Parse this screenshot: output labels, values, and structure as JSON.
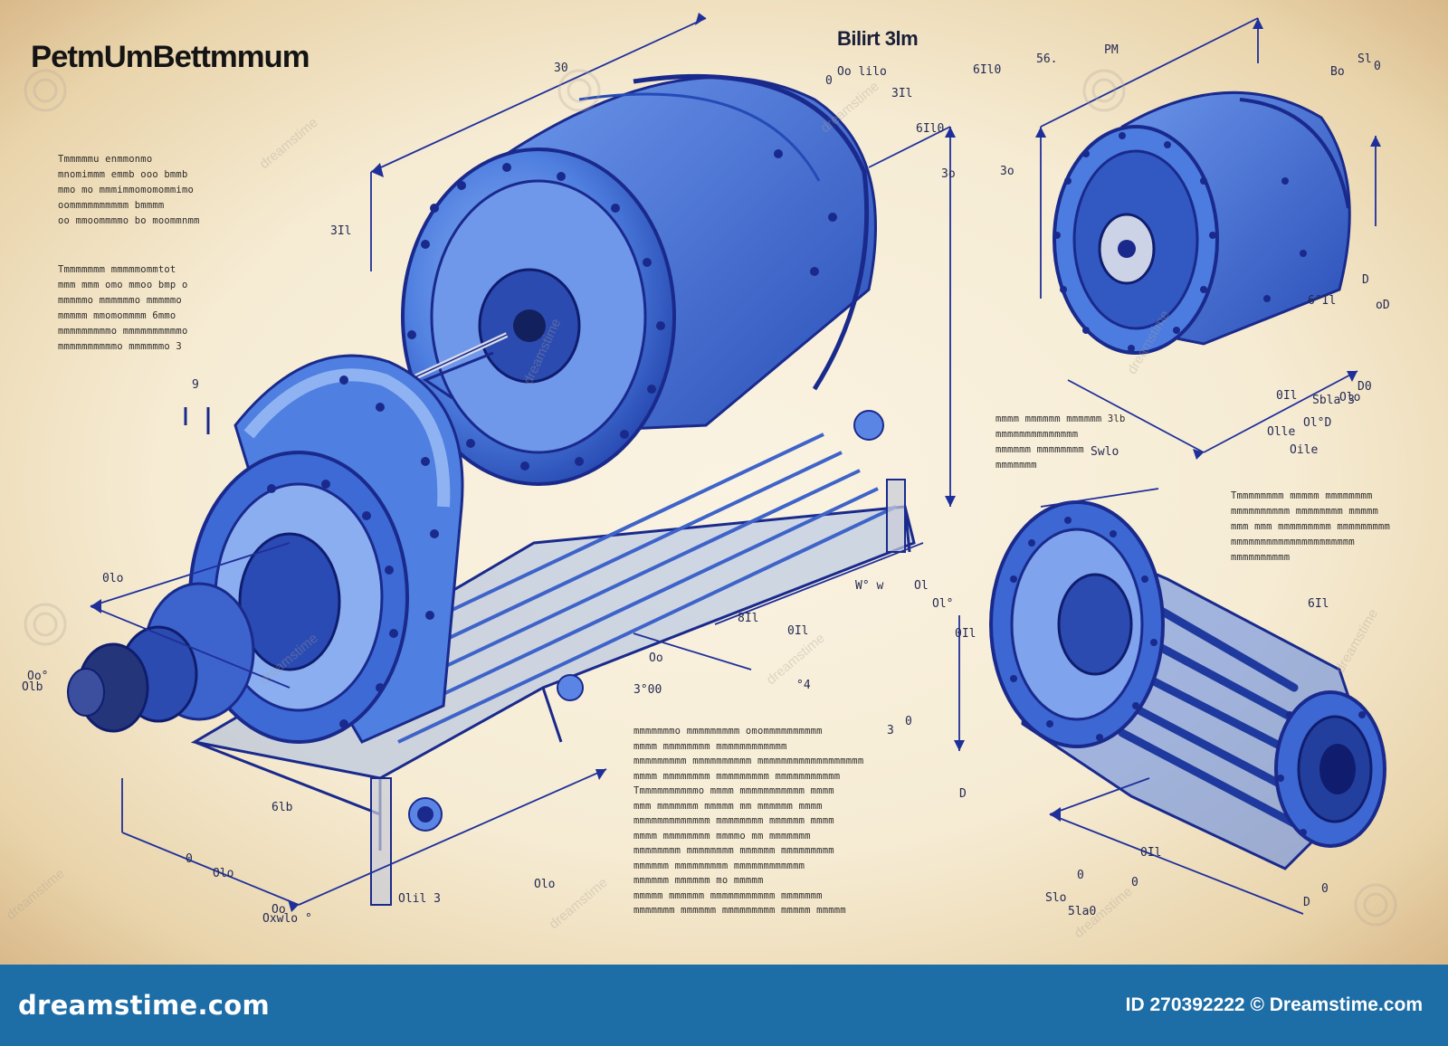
{
  "title": "PetmUmBettmmum",
  "subtitle": "Bilirt 3lm",
  "dimensions": [
    "30",
    "3Il",
    "6Il0",
    "Oo lilo",
    "56.",
    "PM",
    "Bo",
    "0",
    "Sl",
    "3o",
    "3Il",
    "6Il0",
    "0",
    "D",
    "6°Il",
    "3o",
    "0Il",
    "Ol°D",
    "oD",
    "Olle",
    "Swlo",
    "W° w",
    "Ol",
    "Ol°",
    "8Il",
    "0Il",
    "Oo",
    "3°00",
    "3",
    "0",
    "D",
    "6Il",
    "0Il",
    "0",
    "0Il",
    "0",
    "D",
    "5la0",
    "0",
    "Slo",
    "0lo",
    "Olo",
    "°4",
    "Olil 3",
    "0",
    "Olo",
    "Oo",
    "Oxwlo °",
    "Oo°",
    "Olb",
    "6lb",
    "9",
    "D0",
    "Oile",
    "Sbla 3",
    "Olo"
  ],
  "notes_left": [
    [
      "Tmmmmmu enmmonmo",
      "mnomimmm emmb ooo bmmb",
      "mmo mo mmmimmomomommimo",
      "oommmmmmmmmm bmmmm",
      "oo mmoommmmo bo moommnmm"
    ],
    [
      "Tmmmmmmm mmmmmommtot",
      "mmm mmm omo mmoo bmp o",
      "mmmmmo mmmmmmo mmmmmo",
      "mmmmm mmomommmm 6mmo",
      "mmmmmmmmmo mmmmmmmmmmo",
      "mmmmmmmmmmo mmmmmmo 3"
    ]
  ],
  "notes_center": [
    "mmmmmmmo mmmmmmmmm omommmmmmmmmm",
    "mmmm mmmmmmmm mmmmmmmmmmmm",
    "mmmmmmmmm mmmmmmmmmm mmmmmmmmmmmmmmmmmm",
    "mmmm mmmmmmmm mmmmmmmmm mmmmmmmmmmm",
    "Tmmmmmmmmmmo mmmm mmmmmmmmmmm mmmm",
    "mmm mmmmmmm mmmmm mm mmmmmm mmmm",
    "mmmmmmmmmmmmm mmmmmmmm mmmmmm mmmm",
    "mmmm mmmmmmmm mmmmo mm mmmmmmm",
    "mmmmmmmm mmmmmmmm mmmmmm mmmmmmmmm",
    "mmmmmm mmmmmmmmm mmmmmmmmmmmm",
    "mmmmmm mmmmmm mo mmmmm",
    "mmmmm mmmmmm mmmmmmmmmmm mmmmmmm",
    "mmmmmmm mmmmmm mmmmmmmmm mmmmm mmmmm"
  ],
  "notes_right_top": [
    "mmmm mmmmmm mmmmmm 3lb",
    "mmmmmmmmmmmmmm",
    "mmmmmm mmmmmmmm",
    "mmmmmmm"
  ],
  "notes_right_mid": [
    "Tmmmmmmmm mmmmm mmmmmmmm",
    "mmmmmmmmmm mmmmmmmm mmmmm",
    "mmm mmm mmmmmmmmm mmmmmmmmm",
    "mmmmmmmmmmmmmmmmmmmmm",
    "mmmmmmmmmm"
  ],
  "watermark": "dreamstime",
  "footer": {
    "brand": "dreamstime.com",
    "stock_id": "ID 270392222 © Dreamstime.com"
  },
  "colors": {
    "blueprint_blue": "#3366cc",
    "line_navy": "#1a2a8c",
    "paper": "#f6ecd4",
    "footer_blue": "#1d6da6"
  }
}
